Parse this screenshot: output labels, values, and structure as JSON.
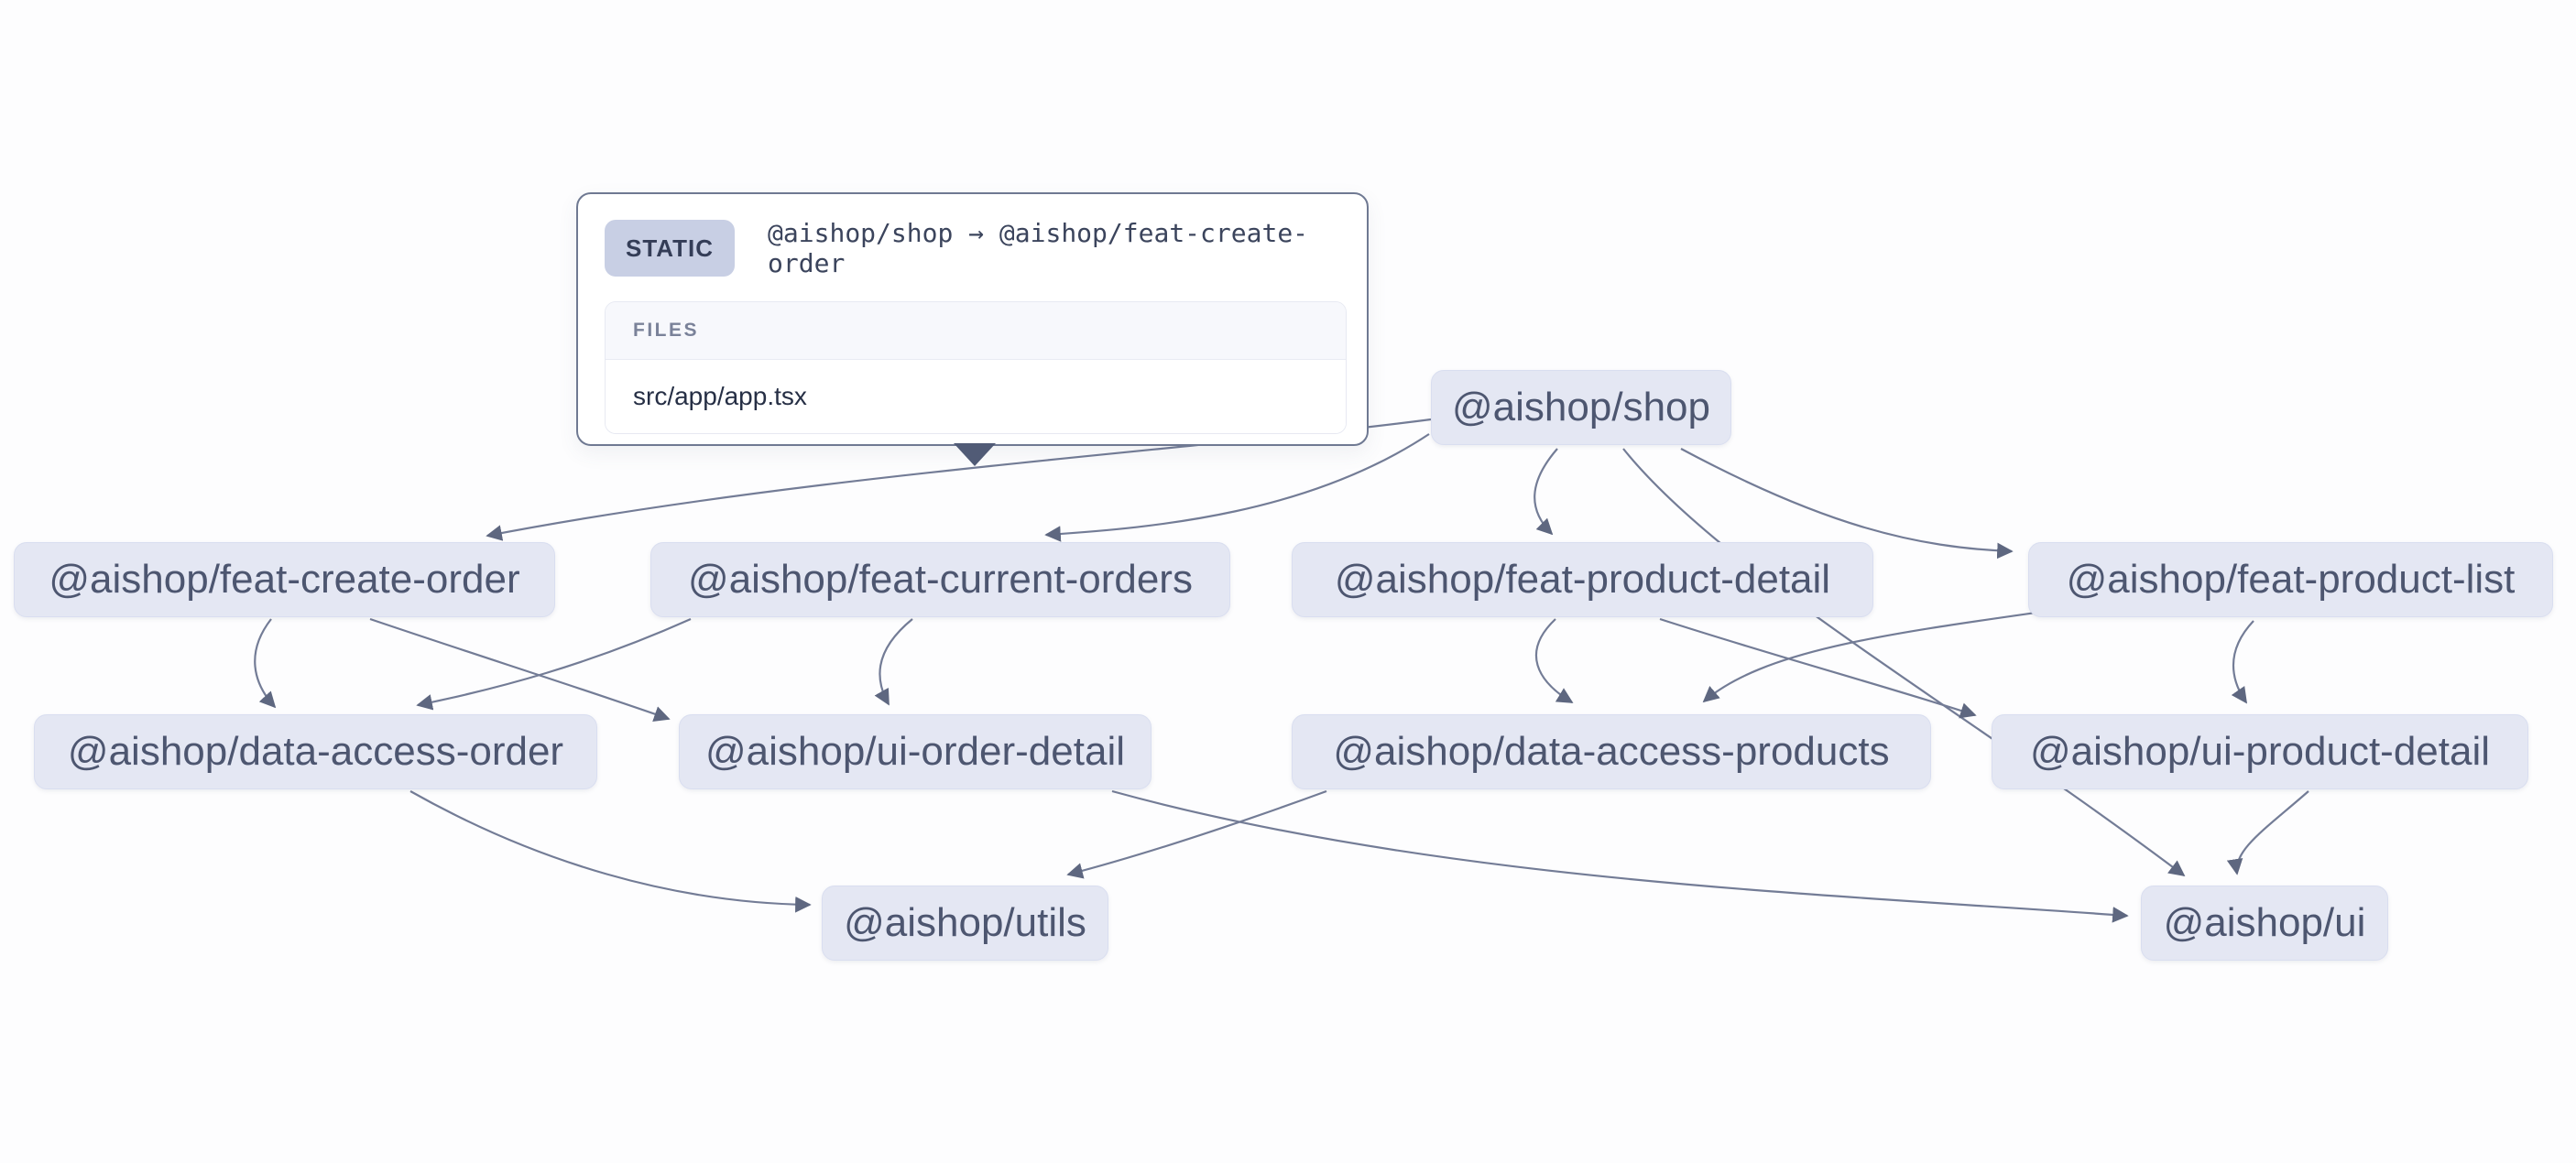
{
  "graph": {
    "nodes": [
      {
        "id": "shop",
        "label": "@aishop/shop"
      },
      {
        "id": "feat-create-order",
        "label": "@aishop/feat-create-order"
      },
      {
        "id": "feat-current-orders",
        "label": "@aishop/feat-current-orders"
      },
      {
        "id": "feat-product-detail",
        "label": "@aishop/feat-product-detail"
      },
      {
        "id": "feat-product-list",
        "label": "@aishop/feat-product-list"
      },
      {
        "id": "data-access-order",
        "label": "@aishop/data-access-order"
      },
      {
        "id": "ui-order-detail",
        "label": "@aishop/ui-order-detail"
      },
      {
        "id": "data-access-products",
        "label": "@aishop/data-access-products"
      },
      {
        "id": "ui-product-detail",
        "label": "@aishop/ui-product-detail"
      },
      {
        "id": "utils",
        "label": "@aishop/utils"
      },
      {
        "id": "ui",
        "label": "@aishop/ui"
      }
    ],
    "edges": [
      {
        "source": "@aishop/shop",
        "target": "@aishop/feat-create-order"
      },
      {
        "source": "@aishop/shop",
        "target": "@aishop/feat-current-orders"
      },
      {
        "source": "@aishop/shop",
        "target": "@aishop/feat-product-detail"
      },
      {
        "source": "@aishop/shop",
        "target": "@aishop/feat-product-list"
      },
      {
        "source": "@aishop/shop",
        "target": "@aishop/ui"
      },
      {
        "source": "@aishop/feat-create-order",
        "target": "@aishop/data-access-order"
      },
      {
        "source": "@aishop/feat-create-order",
        "target": "@aishop/ui-order-detail"
      },
      {
        "source": "@aishop/feat-current-orders",
        "target": "@aishop/data-access-order"
      },
      {
        "source": "@aishop/feat-current-orders",
        "target": "@aishop/ui-order-detail"
      },
      {
        "source": "@aishop/feat-product-detail",
        "target": "@aishop/data-access-products"
      },
      {
        "source": "@aishop/feat-product-detail",
        "target": "@aishop/ui-product-detail"
      },
      {
        "source": "@aishop/feat-product-list",
        "target": "@aishop/data-access-products"
      },
      {
        "source": "@aishop/feat-product-list",
        "target": "@aishop/ui-product-detail"
      },
      {
        "source": "@aishop/data-access-order",
        "target": "@aishop/utils"
      },
      {
        "source": "@aishop/data-access-products",
        "target": "@aishop/utils"
      },
      {
        "source": "@aishop/ui-order-detail",
        "target": "@aishop/ui"
      },
      {
        "source": "@aishop/ui-product-detail",
        "target": "@aishop/ui"
      }
    ]
  },
  "tooltip": {
    "type_label": "STATIC",
    "edge_label": "@aishop/shop → @aishop/feat-create-order",
    "files_heading": "FILES",
    "files": [
      "src/app/app.tsx"
    ]
  },
  "colors": {
    "node_background": "#e4e7f3",
    "node_text": "#4d5670",
    "edge_stroke": "#737c96",
    "arrowhead": "#5e6780",
    "badge_background": "#c8cfe4",
    "tooltip_border": "#6f7992",
    "files_header_background": "#f7f8fc",
    "page_background": "#fdfdfe"
  }
}
